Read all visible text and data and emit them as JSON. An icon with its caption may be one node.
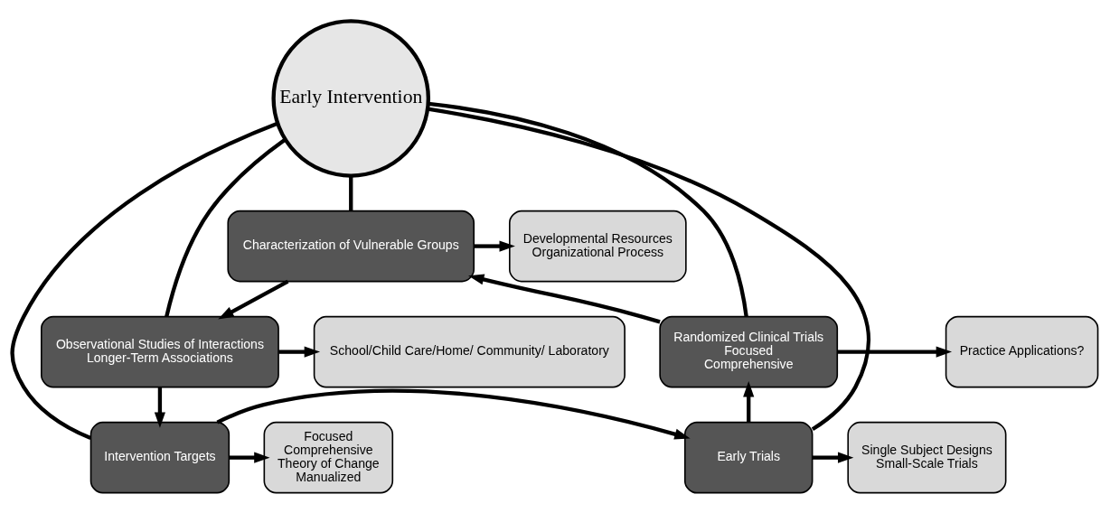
{
  "diagram": {
    "nodes": [
      {
        "text": [
          "Early Intervention"
        ]
      },
      {
        "text": [
          "Characterization of Vulnerable Groups"
        ]
      },
      {
        "text": [
          "Observational Studies of Interactions",
          "Longer-Term Associations"
        ]
      },
      {
        "text": [
          "Intervention Targets"
        ]
      },
      {
        "text": [
          "Early Trials"
        ]
      },
      {
        "text": [
          "Randomized Clinical Trials",
          "Focused",
          "Comprehensive"
        ]
      },
      {
        "text": [
          "Developmental Resources",
          "Organizational Process"
        ]
      },
      {
        "text": [
          "School/Child Care/Home/ Community/ Laboratory"
        ]
      },
      {
        "text": [
          "Focused",
          "Comprehensive",
          "Theory of Change",
          "Manualized"
        ]
      },
      {
        "text": [
          "Single Subject Designs",
          "Small-Scale Trials"
        ]
      },
      {
        "text": [
          "Practice Applications?"
        ]
      }
    ],
    "edges": [
      {
        "from": 0,
        "to": 1,
        "arrow": "none"
      },
      {
        "from": 0,
        "to": 2,
        "arrow": "none"
      },
      {
        "from": 0,
        "to": 3,
        "arrow": "none"
      },
      {
        "from": 0,
        "to": 4,
        "arrow": "none"
      },
      {
        "from": 0,
        "to": 5,
        "arrow": "none"
      },
      {
        "from": 5,
        "to": 1,
        "arrow": "to"
      },
      {
        "from": 1,
        "to": 2,
        "arrow": "to"
      },
      {
        "from": 2,
        "to": 3,
        "arrow": "to"
      },
      {
        "from": 3,
        "to": 4,
        "arrow": "to"
      },
      {
        "from": 4,
        "to": 5,
        "arrow": "to"
      },
      {
        "from": 1,
        "to": 6,
        "arrow": "to"
      },
      {
        "from": 2,
        "to": 7,
        "arrow": "to"
      },
      {
        "from": 3,
        "to": 8,
        "arrow": "to"
      },
      {
        "from": 4,
        "to": 9,
        "arrow": "to"
      },
      {
        "from": 5,
        "to": 10,
        "arrow": "to"
      }
    ]
  }
}
